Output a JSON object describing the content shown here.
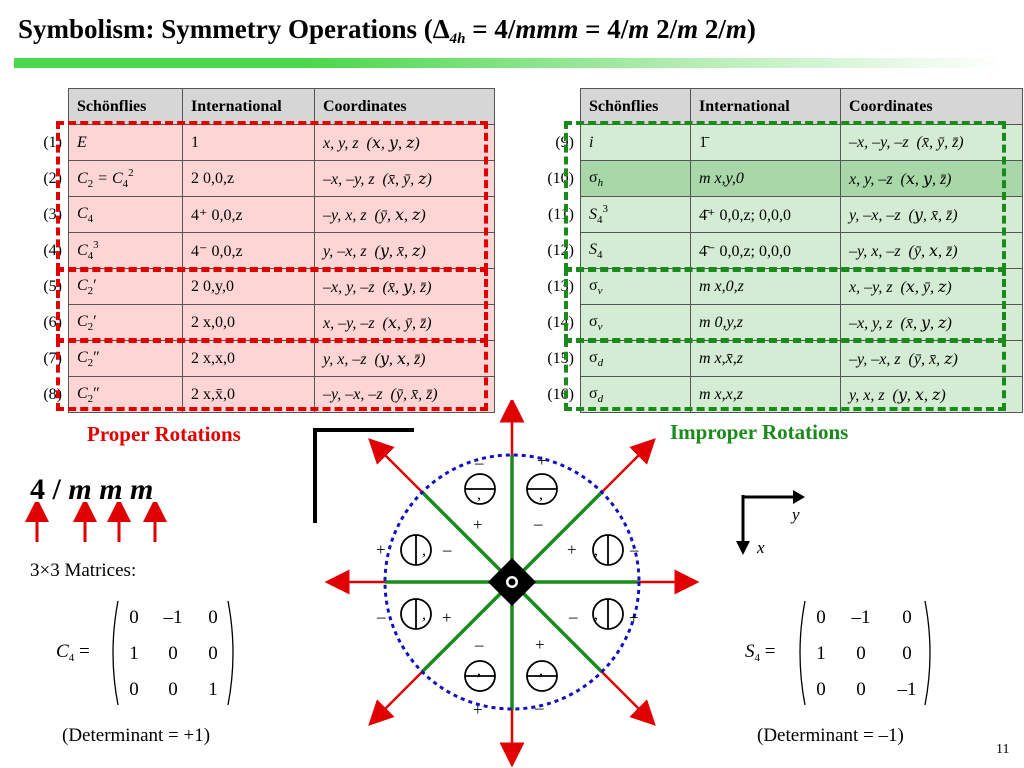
{
  "slide": {
    "title_prefix": "Symbolism: Symmetry Operations (",
    "title_delta": "Δ",
    "title_4h": "4h",
    "title_equals": " = 4/",
    "title_mmm": "mmm",
    "title_rest": " = 4/",
    "title_m1": "m",
    "title_22": " 2/",
    "title_m2": "m",
    "title_23": " 2/",
    "title_m3": "m",
    "title_close": ")",
    "page_number": "11"
  },
  "headers": {
    "schoenflies": "Schönflies",
    "international": "International",
    "coordinates": "Coordinates"
  },
  "left_rows": [
    {
      "num": "(1)",
      "s_main": "E",
      "s_sub": "",
      "s_sup": "",
      "s_prime": "",
      "intl": "1",
      "coord": "x, y, z",
      "bar": "(𝑥, 𝑦, 𝑧)"
    },
    {
      "num": "(2)",
      "s_main": "C",
      "s_sub": "2",
      "s_sup": "",
      "s_prime": "",
      "s_extra": " = C",
      "s_extra_sub": "4",
      "s_extra_sup": "2",
      "intl": "2  0,0,z",
      "coord": "–x, –y, z",
      "bar": "(x̄, ȳ, 𝑧)"
    },
    {
      "num": "(3)",
      "s_main": "C",
      "s_sub": "4",
      "s_sup": "",
      "s_prime": "",
      "intl": "4⁺ 0,0,z",
      "coord": "–y, x, z",
      "bar": "(ȳ, 𝑥, 𝑧)"
    },
    {
      "num": "(4)",
      "s_main": "C",
      "s_sub": "4",
      "s_sup": "3",
      "s_prime": "",
      "intl": "4⁻ 0,0,z",
      "coord": "y, –x, z",
      "bar": "(𝑦, x̄, 𝑧)"
    },
    {
      "num": "(5)",
      "s_main": "C",
      "s_sub": "2",
      "s_sup": "",
      "s_prime": "′",
      "intl": "2  0,y,0",
      "coord": "–x, y, –z",
      "bar": "(x̄, 𝑦, z̄)"
    },
    {
      "num": "(6)",
      "s_main": "C",
      "s_sub": "2",
      "s_sup": "",
      "s_prime": "′",
      "intl": "2  x,0,0",
      "coord": "x, –y, –z",
      "bar": "(𝑥, ȳ, z̄)"
    },
    {
      "num": "(7)",
      "s_main": "C",
      "s_sub": "2",
      "s_sup": "",
      "s_prime": "″",
      "intl": "2  x,x,0",
      "coord": "y, x, –z",
      "bar": "(𝑦, 𝑥, z̄)"
    },
    {
      "num": "(8)",
      "s_main": "C",
      "s_sub": "2",
      "s_sup": "",
      "s_prime": "″",
      "intl": "2  x,x̄,0",
      "coord": "–y, –x, –z",
      "bar": "(ȳ, x̄, z̄)"
    }
  ],
  "right_rows": [
    {
      "num": "(9)",
      "s_main": "i",
      "s_sub": "",
      "s_sup": "",
      "intl": "1̄",
      "coord": "–x, –y, –z",
      "bar": "(x̄, ȳ, z̄)"
    },
    {
      "num": "(10)",
      "s_main": "σ",
      "s_sub": "h",
      "s_sup": "",
      "intl": "m  x,y,0",
      "coord": "x, y, –z",
      "bar": "(𝑥, 𝑦, z̄)"
    },
    {
      "num": "(11)",
      "s_main": "S",
      "s_sub": "4",
      "s_sup": "3",
      "intl": "4̄⁺  0,0,z; 0,0,0",
      "coord": "y, –x, –z",
      "bar": "(𝑦, x̄, z̄)"
    },
    {
      "num": "(12)",
      "s_main": "S",
      "s_sub": "4",
      "s_sup": "",
      "intl": "4̄⁻  0,0,z; 0,0,0",
      "coord": "–y, x, –z",
      "bar": "(ȳ, 𝑥, z̄)"
    },
    {
      "num": "(13)",
      "s_main": "σ",
      "s_sub": "v",
      "s_sup": "",
      "intl": "m  x,0,z",
      "coord": "x, –y, z",
      "bar": "(𝑥, ȳ, 𝑧)"
    },
    {
      "num": "(14)",
      "s_main": "σ",
      "s_sub": "v",
      "s_sup": "",
      "intl": "m  0,y,z",
      "coord": "–x, y, z",
      "bar": "(x̄, 𝑦, 𝑧)"
    },
    {
      "num": "(15)",
      "s_main": "σ",
      "s_sub": "d",
      "s_sup": "",
      "intl": "m  x,x̄,z",
      "coord": "–y, –x, z",
      "bar": "(ȳ, x̄, 𝑧)"
    },
    {
      "num": "(16)",
      "s_main": "σ",
      "s_sub": "d",
      "s_sup": "",
      "intl": "m  x,x,z",
      "coord": "y, x, z",
      "bar": "(𝑦, 𝑥, 𝑧)"
    }
  ],
  "captions": {
    "proper": "Proper Rotations",
    "improper": "Improper Rotations"
  },
  "hm_symbol": {
    "four": "4",
    "slash": "/",
    "m1": "m",
    "m2": "m",
    "m3": "m"
  },
  "matrices": {
    "label": "3×3 Matrices:",
    "c4_label": "C",
    "c4_sub": "4",
    "c4_rows": [
      [
        "0",
        "–1",
        "0"
      ],
      [
        "1",
        "0",
        "0"
      ],
      [
        "0",
        "0",
        "1"
      ]
    ],
    "c4_det": "(Determinant = +1)",
    "s4_label": "S",
    "s4_sub": "4",
    "s4_rows": [
      [
        "0",
        "–1",
        "0"
      ],
      [
        "1",
        "0",
        "0"
      ],
      [
        "0",
        "0",
        "–1"
      ]
    ],
    "s4_det": "(Determinant = –1)"
  },
  "axes": {
    "y": "y",
    "x": "x"
  },
  "stereo_signs": {
    "top_left_minus": "–",
    "top_right_plus": "+",
    "upper_left_plus": "+",
    "upper_right_minus": "–",
    "left_upper_plus": "+",
    "left_upper_minus": "–",
    "right_upper_plus": "+",
    "right_upper_minus": "–",
    "left_lower_minus": "–",
    "left_lower_plus": "+",
    "right_lower_minus": "–",
    "right_lower_plus": "+",
    "lower_left_minus": "–",
    "lower_right_plus": "+",
    "bottom_left_plus": "+",
    "bottom_right_minus": "–"
  },
  "colors": {
    "red": "#e00000",
    "green": "#1a8a1a",
    "blue": "#1010c0"
  }
}
